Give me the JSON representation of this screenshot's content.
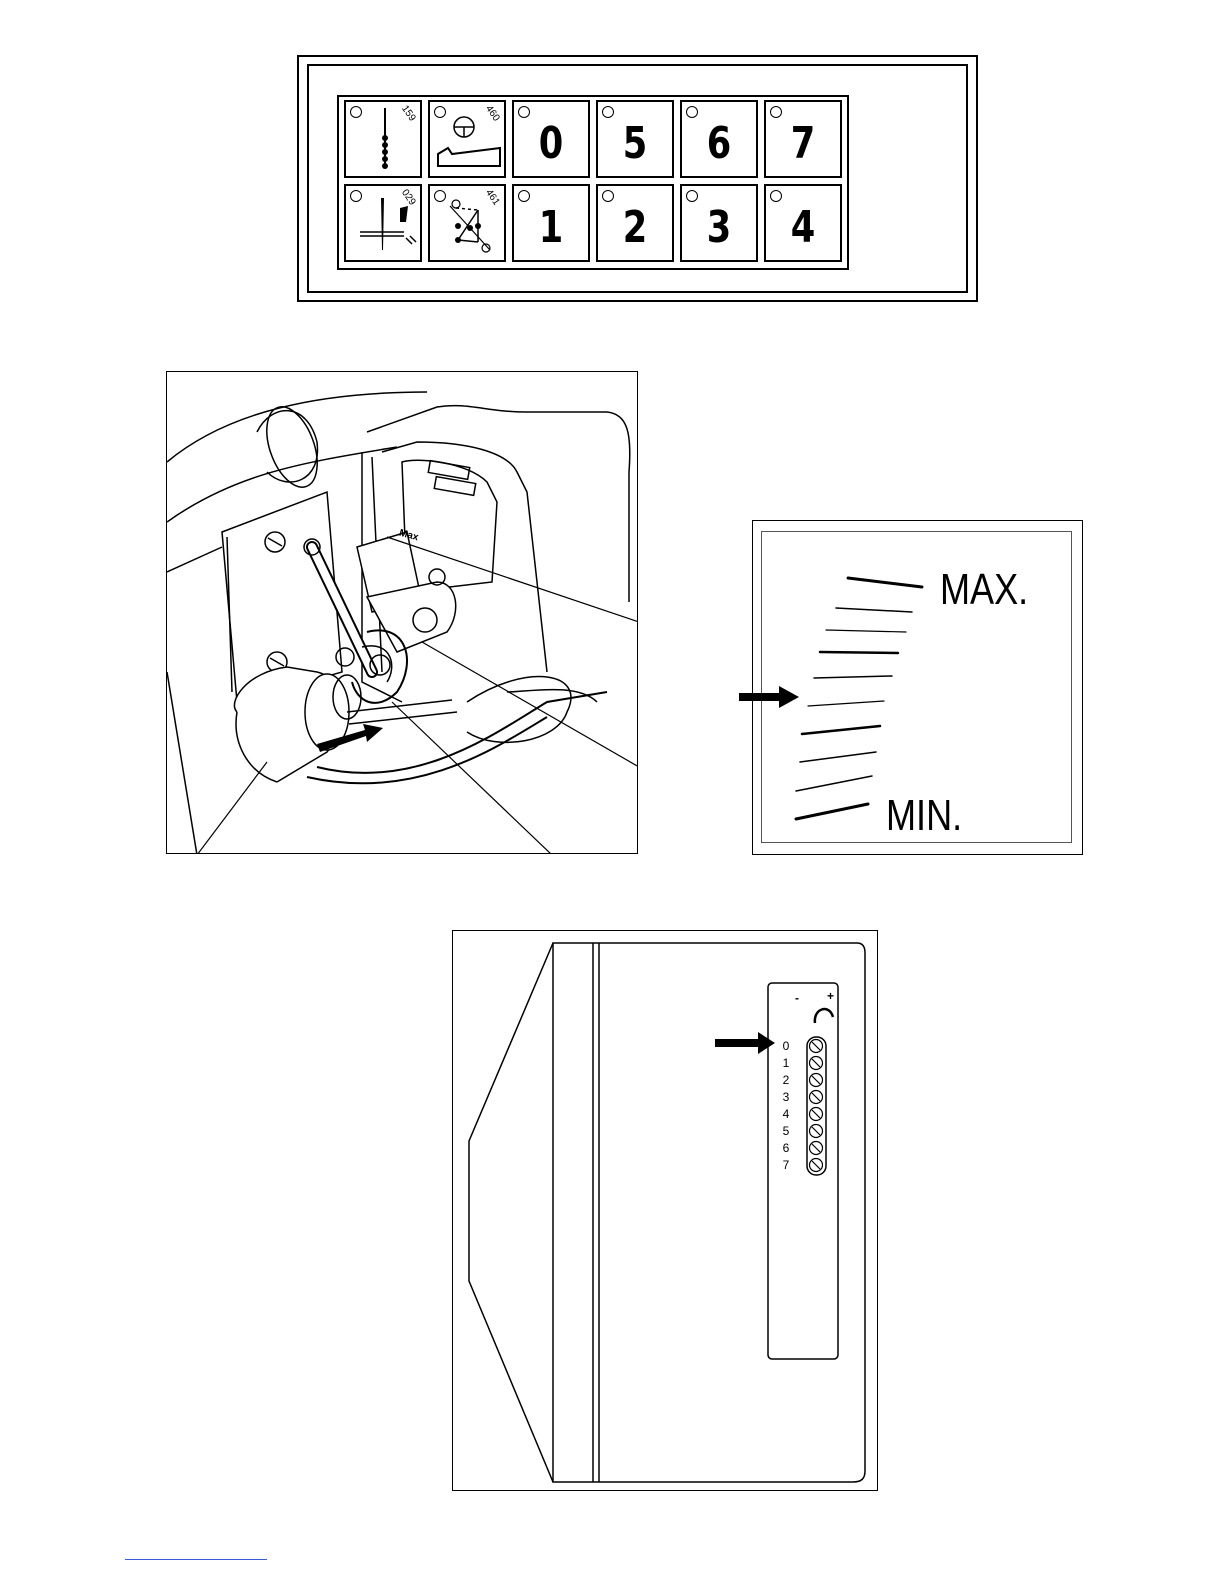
{
  "keypad": {
    "keys_top": [
      {
        "type": "icon",
        "icon": "chain-stitch-icon",
        "code": "159"
      },
      {
        "type": "icon",
        "icon": "cloth-clamp-icon",
        "code": "460"
      },
      {
        "type": "digit",
        "label": "0"
      },
      {
        "type": "digit",
        "label": "5"
      },
      {
        "type": "digit",
        "label": "6"
      },
      {
        "type": "digit",
        "label": "7"
      }
    ],
    "keys_bottom": [
      {
        "type": "icon",
        "icon": "needle-thread-icon",
        "code": "029"
      },
      {
        "type": "icon",
        "icon": "stitch-pattern-icon",
        "code": "461"
      },
      {
        "type": "digit",
        "label": "1"
      },
      {
        "type": "digit",
        "label": "2"
      },
      {
        "type": "digit",
        "label": "3"
      },
      {
        "type": "digit",
        "label": "4"
      }
    ]
  },
  "mechanism": {
    "scale_label": "Max"
  },
  "scale": {
    "max_label": "MAX.",
    "min_label": "MIN."
  },
  "cabinet": {
    "minus_sign": "-",
    "plus_sign": "+",
    "positions": [
      "0",
      "1",
      "2",
      "3",
      "4",
      "5",
      "6",
      "7"
    ]
  }
}
